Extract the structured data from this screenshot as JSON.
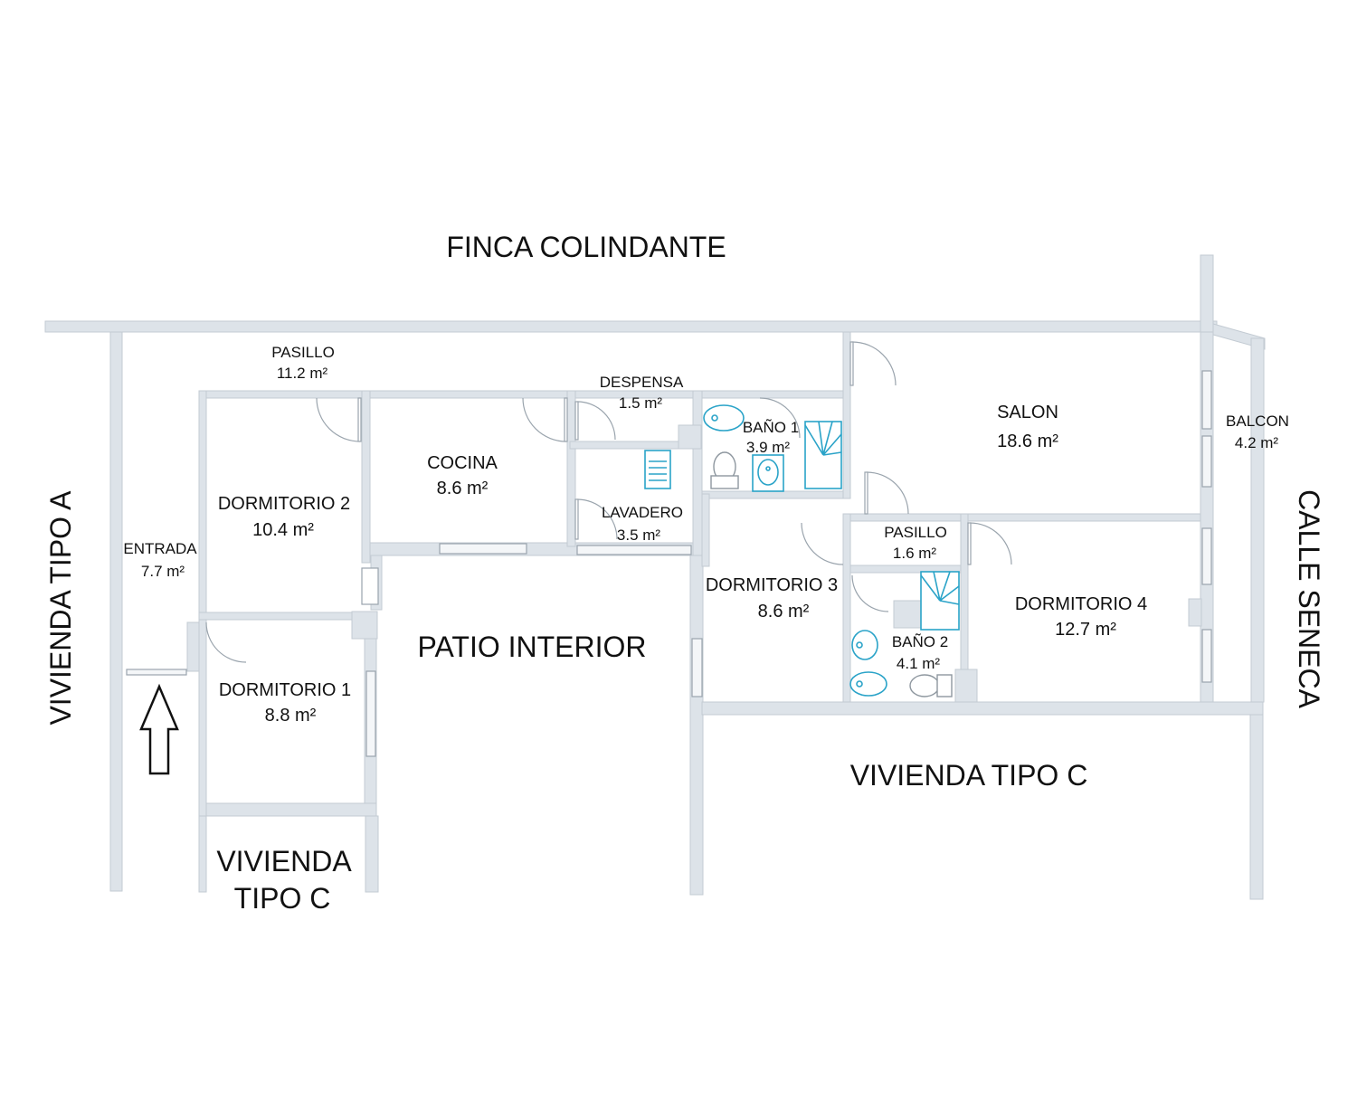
{
  "surroundings": {
    "north": "FINCA COLINDANTE",
    "west": "VIVIENDA TIPO A",
    "east": "CALLE SENECA",
    "south_east": "VIVIENDA TIPO C",
    "south_west_line1": "VIVIENDA",
    "south_west_line2": "TIPO C",
    "patio": "PATIO INTERIOR"
  },
  "rooms": {
    "pasillo_1": {
      "name": "PASILLO",
      "area": "11.2 m²"
    },
    "despensa": {
      "name": "DESPENSA",
      "area": "1.5 m²"
    },
    "bano_1": {
      "name": "BAÑO 1",
      "area": "3.9 m²"
    },
    "salon": {
      "name": "SALON",
      "area": "18.6 m²"
    },
    "balcon": {
      "name": "BALCON",
      "area": "4.2 m²"
    },
    "cocina": {
      "name": "COCINA",
      "area": "8.6 m²"
    },
    "dormitorio_2": {
      "name": "DORMITORIO 2",
      "area": "10.4 m²"
    },
    "lavadero": {
      "name": "LAVADERO",
      "area": "3.5 m²"
    },
    "entrada": {
      "name": "ENTRADA",
      "area": "7.7 m²"
    },
    "pasillo_2": {
      "name": "PASILLO",
      "area": "1.6 m²"
    },
    "dormitorio_3": {
      "name": "DORMITORIO 3",
      "area": "8.6 m²"
    },
    "dormitorio_4": {
      "name": "DORMITORIO 4",
      "area": "12.7 m²"
    },
    "bano_2": {
      "name": "BAÑO 2",
      "area": "4.1 m²"
    },
    "dormitorio_1": {
      "name": "DORMITORIO 1",
      "area": "8.8 m²"
    }
  },
  "icons": {
    "entry": "up-arrow-icon",
    "door": "door-swing-icon",
    "window": "window-icon",
    "toilet": "toilet-icon",
    "sink": "sink-icon",
    "shower": "shower-icon",
    "bidet": "bidet-icon",
    "water_heater": "water-heater-icon"
  },
  "colors": {
    "wall": "#dde3e9",
    "fixture": "#2aa3c8",
    "text": "#111111"
  }
}
